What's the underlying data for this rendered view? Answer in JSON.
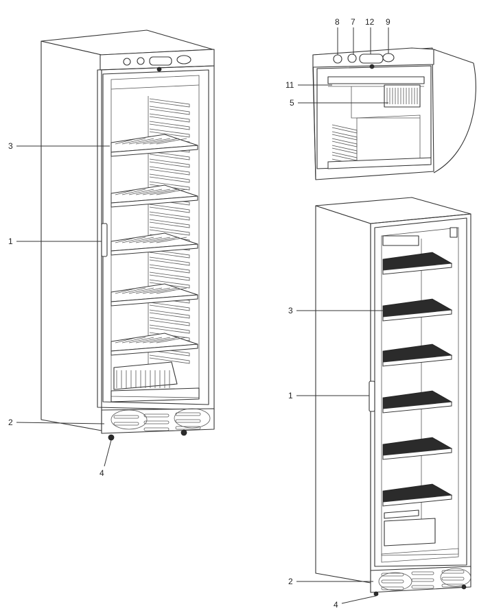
{
  "callouts": {
    "fig_left": {
      "shelf": "3",
      "handle": "1",
      "base_grille": "2",
      "foot": "4"
    },
    "fig_detail": {
      "knob_8": "8",
      "knob_7": "7",
      "display_12": "12",
      "knob_9": "9",
      "light_11": "11",
      "fan_5": "5"
    },
    "fig_right": {
      "shelf": "3",
      "handle": "1",
      "base_grille": "2",
      "foot": "4"
    }
  }
}
